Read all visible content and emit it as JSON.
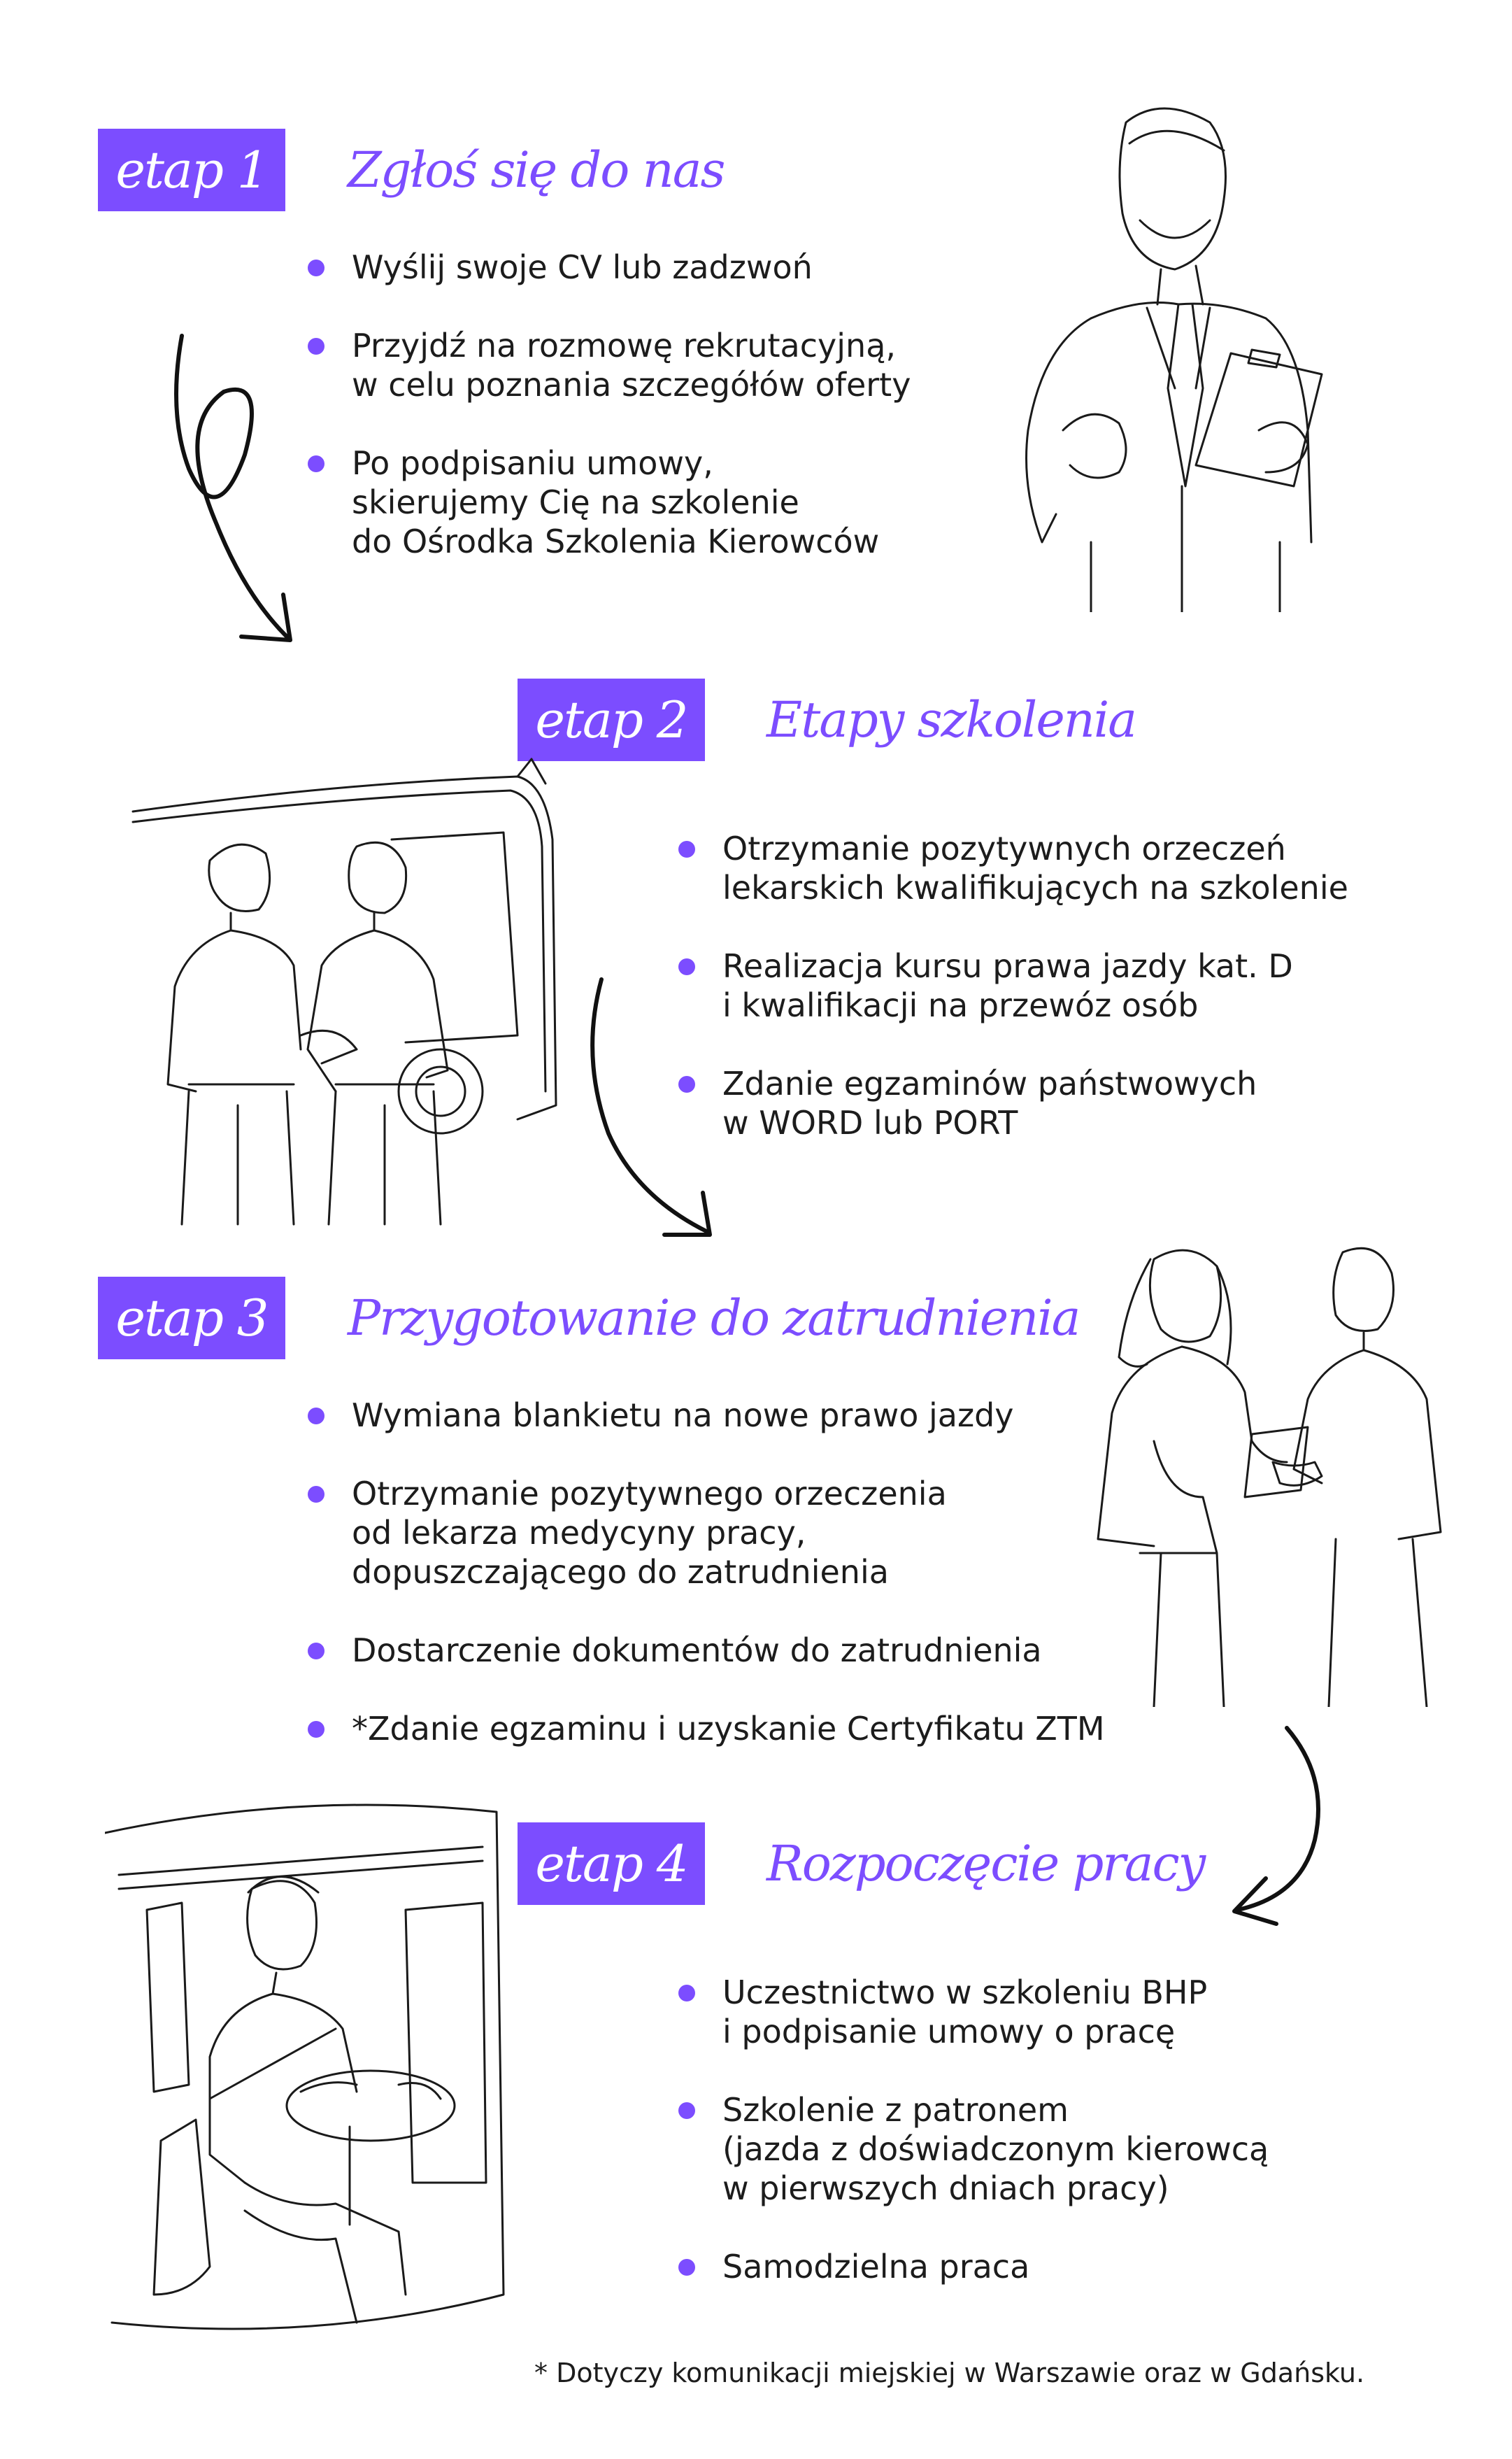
{
  "colors": {
    "accent": "#7c4dff",
    "text": "#1c1c1c"
  },
  "stages": [
    {
      "badge": "etap 1",
      "title": "Zgłoś się do nas",
      "items": [
        "Wyślij swoje CV lub zadzwoń",
        "Przyjdź na rozmowę rekrutacyjną,\nw celu poznania szczegółów oferty",
        "Po podpisaniu umowy,\nskierujemy Cię na szkolenie\ndo Ośrodka Szkolenia Kierowców"
      ]
    },
    {
      "badge": "etap 2",
      "title": "Etapy szkolenia",
      "items": [
        "Otrzymanie pozytywnych orzeczeń\nlekarskich kwalifikujących na szkolenie",
        "Realizacja kursu prawa jazdy kat. D\ni kwalifikacji na przewóz osób",
        "Zdanie egzaminów państwowych\nw WORD lub PORT"
      ]
    },
    {
      "badge": "etap 3",
      "title": "Przygotowanie do zatrudnienia",
      "items": [
        "Wymiana blankietu na nowe prawo jazdy",
        "Otrzymanie pozytywnego orzeczenia\nod lekarza medycyny pracy,\ndopuszczającego do zatrudnienia",
        "Dostarczenie dokumentów do zatrudnienia",
        "*Zdanie egzaminu i uzyskanie Certyfikatu ZTM"
      ]
    },
    {
      "badge": "etap 4",
      "title": "Rozpoczęcie pracy",
      "items": [
        "Uczestnictwo w szkoleniu BHP\ni podpisanie umowy o pracę",
        "Szkolenie z patronem\n(jazda z doświadczonym kierowcą\nw pierwszych dniach pracy)",
        "Samodzielna praca"
      ]
    }
  ],
  "footnote": "* Dotyczy komunikacji miejskiej w Warszawie oraz w Gdańsku.",
  "illustrations": [
    "man-with-clipboard-illustration",
    "two-men-at-bus-illustration",
    "handshake-illustration",
    "bus-driver-illustration"
  ]
}
